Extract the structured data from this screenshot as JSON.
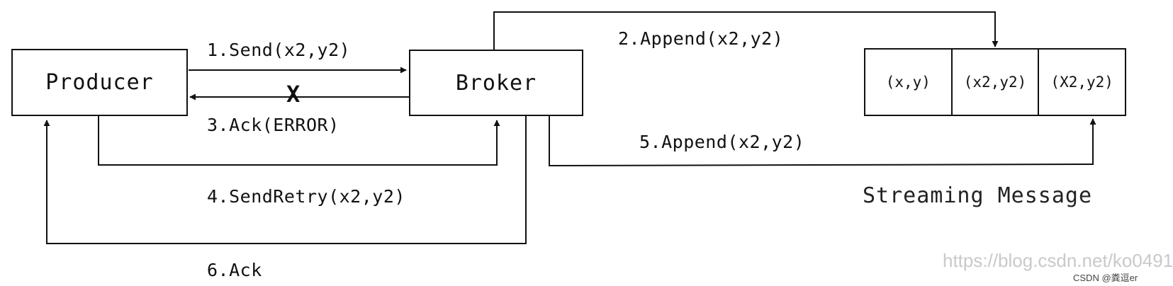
{
  "nodes": {
    "producer": "Producer",
    "broker": "Broker"
  },
  "stream": {
    "cells": [
      "(x,y)",
      "(x2,y2)",
      "(X2,y2)"
    ],
    "caption": "Streaming Message"
  },
  "edges": {
    "send": "1.Send(x2,y2)",
    "append_first": "2.Append(x2,y2)",
    "ack_error": "3.Ack(ERROR)",
    "send_retry": "4.SendRetry(x2,y2)",
    "append_second": "5.Append(x2,y2)",
    "ack": "6.Ack"
  },
  "failure_mark": "X",
  "watermark": "https://blog.csdn.net/ko0491",
  "credit": "CSDN @粪逗er"
}
